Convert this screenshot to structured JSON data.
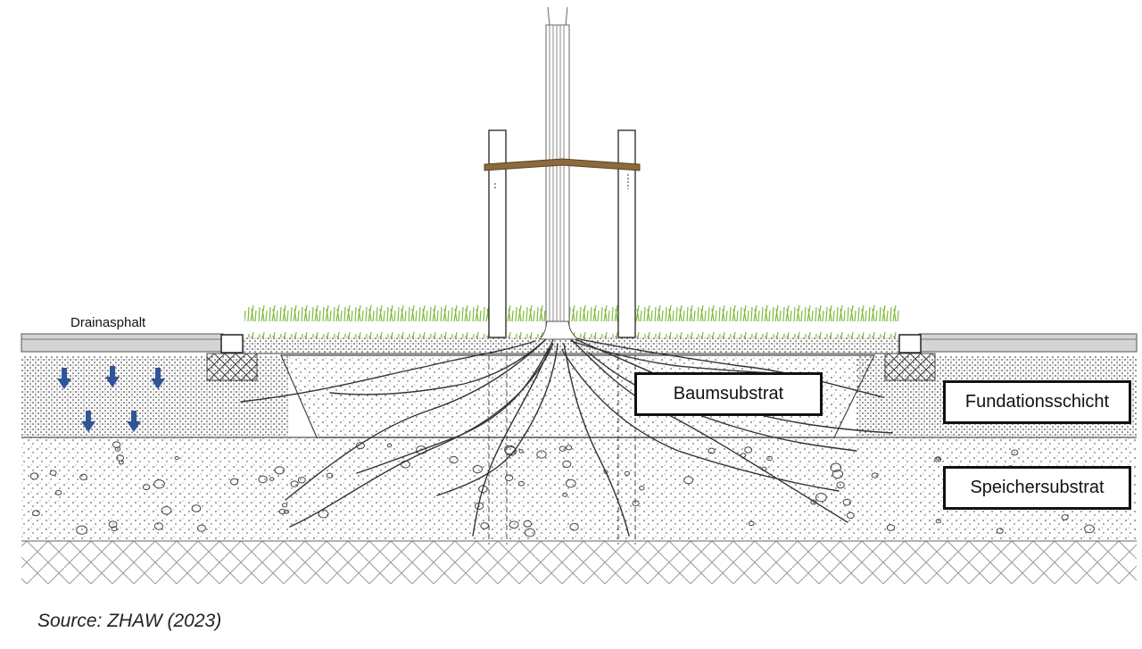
{
  "labels": {
    "drain": "Drainasphalt",
    "baum": "Baumsubstrat",
    "fundation": "Fundationsschicht",
    "speicher": "Speichersubstrat"
  },
  "source": "Source: ZHAW (2023)",
  "colors": {
    "arrow": "#2f5597",
    "grass": "#7dbb3c",
    "tie": "#8b6a3e",
    "line": "#333333",
    "asphalt": "#bdbdbd"
  },
  "icons": [
    "down-arrow-icon"
  ]
}
